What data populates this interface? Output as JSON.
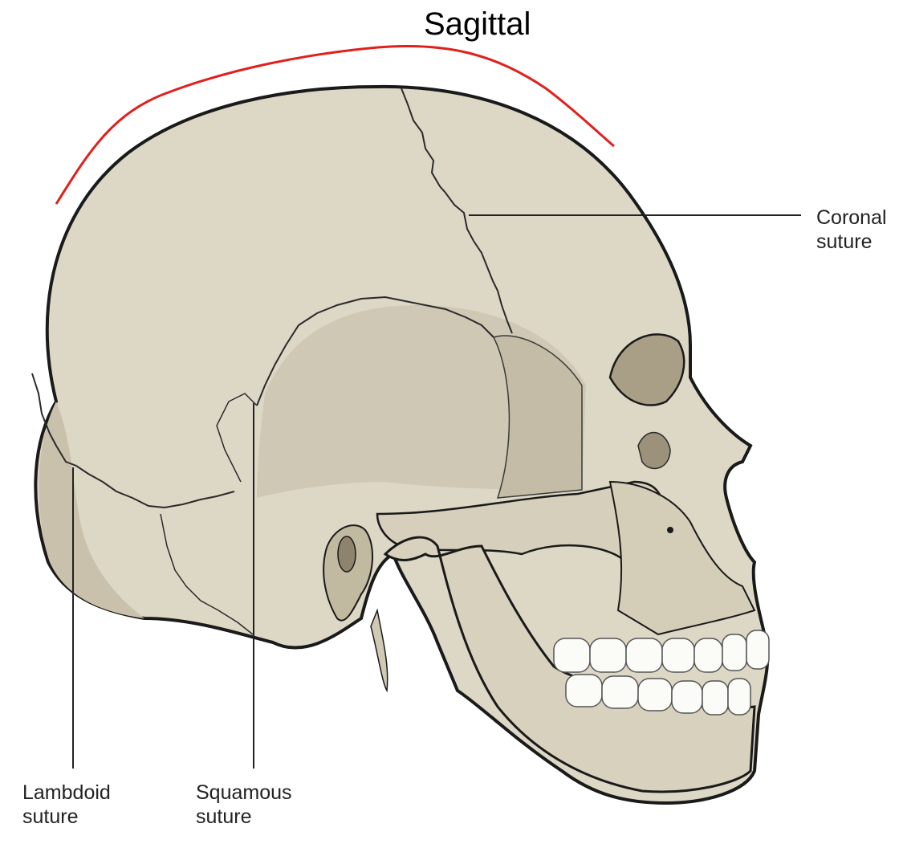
{
  "title": "Sagittal",
  "labels": {
    "coronal": [
      "Coronal",
      "suture"
    ],
    "lambdoid": [
      "Lambdoid",
      "suture"
    ],
    "squamous": [
      "Squamous",
      "suture"
    ]
  },
  "colors": {
    "background": "#ffffff",
    "bone": "#ddd7c6",
    "bone_shadow": "#c9c1ab",
    "bone_dark": "#aea48b",
    "outline": "#1a1a1a",
    "sagittal_arc": "#e0201c",
    "teeth": "#fbfbf8",
    "leader_lines": "#222222"
  }
}
